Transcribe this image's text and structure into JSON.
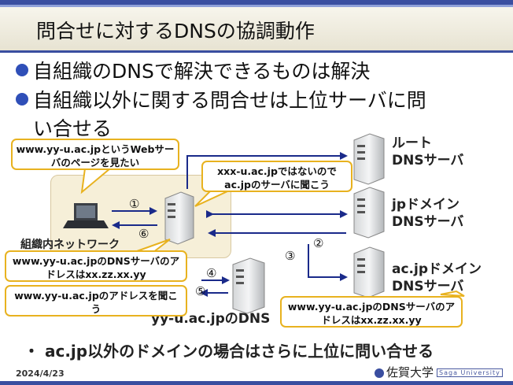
{
  "slide": {
    "title": "問合せに対するDNSの協調動作",
    "bullets": [
      "自組織のDNSで解決できるものは解決",
      "自組織以外に関する問合せは上位サーバに問",
      "い合せる"
    ],
    "footer_bullet": "・ ac.jp以外のドメインの場合はさらに上位に問い合せる",
    "date": "2024/4/23",
    "logo_text": "佐賀大学",
    "logo_sub": "Saga University"
  },
  "diagram": {
    "org_label": "組織内ネットワーク",
    "local_dns_label": "yy-u.ac.jpのDNS",
    "servers": {
      "root": [
        "ルート",
        "DNSサーバ"
      ],
      "jp": [
        "jpドメイン",
        "DNSサーバ"
      ],
      "acjp": [
        "ac.jpドメイン",
        "DNSサーバ"
      ]
    },
    "callouts": {
      "user": "www.yy-u.ac.jpというWebサーバのページを見たい",
      "ask_upper": "xxx-u.ac.jpではないのでac.jpのサーバに聞こう",
      "answer_user": "www.yy-u.ac.jpのDNSサーバのアドレスはxx.zz.xx.yy",
      "ask_yyu": "www.yy-u.ac.jpのアドレスを聞こう",
      "answer_acjp": "www.yy-u.ac.jpのDNSサーバのアドレスはxx.zz.xx.yy"
    },
    "steps": [
      "①",
      "②",
      "③",
      "④",
      "⑤",
      "⑥"
    ]
  },
  "colors": {
    "accent": "#3a4ea0",
    "bullet": "#2f4fb8",
    "callout_border": "#e8b21f",
    "arrow": "#1a2a8a"
  }
}
